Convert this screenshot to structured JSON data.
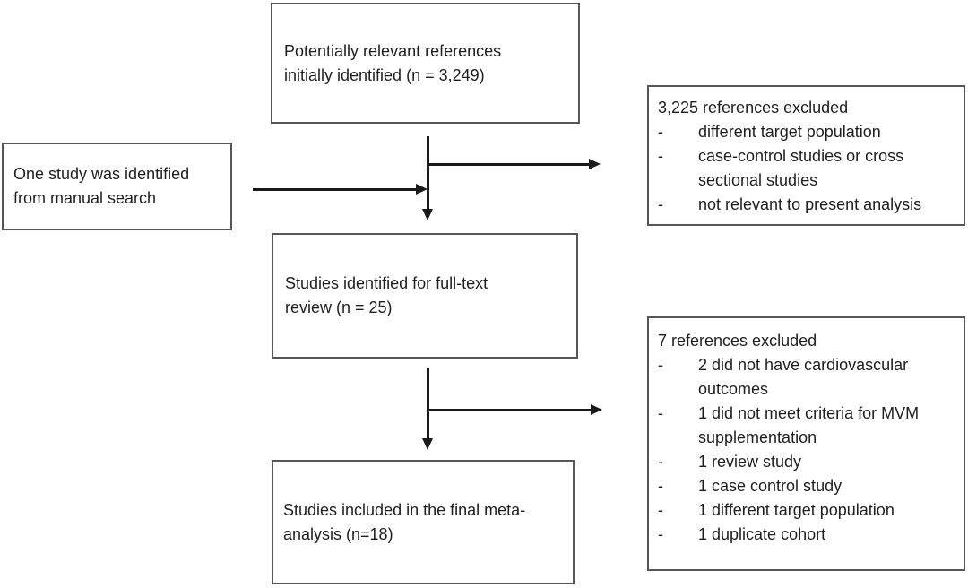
{
  "boxes": {
    "identified": {
      "text": "Potentially relevant references\ninitially identified (n = 3,249)"
    },
    "manual_search": {
      "text": "One study was identified\nfrom manual search"
    },
    "excluded_initial": {
      "title": "3,225 references excluded",
      "items": [
        "different target population",
        "case-control studies or cross sectional studies",
        "not relevant to present analysis"
      ]
    },
    "full_text": {
      "text": "Studies identified for full-text\nreview (n = 25)"
    },
    "excluded_full_text": {
      "title": "7 references excluded",
      "items": [
        "2 did not have cardiovascular outcomes",
        "1 did not meet criteria for MVM supplementation",
        "1 review study",
        "1 case control study",
        "1 different target population",
        "1 duplicate cohort"
      ]
    },
    "included": {
      "text": "Studies included in the final meta-\nanalysis (n=18)"
    }
  },
  "bullet_glyph": "-",
  "colors": {
    "box_border": "#565656",
    "text": "#1f1f1f",
    "arrow": "#1a1a1a",
    "background": "#ffffff"
  }
}
